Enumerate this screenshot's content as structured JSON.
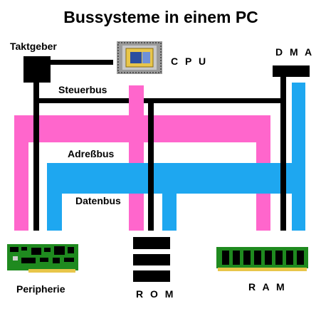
{
  "title": "Bussysteme in einem PC",
  "labels": {
    "clock": "Taktgeber",
    "cpu": "C P U",
    "dma": "D M A",
    "control_bus": "Steuerbus",
    "address_bus": "Adreßbus",
    "data_bus": "Datenbus",
    "peripherals": "Peripherie",
    "rom": "R O M",
    "ram": "R A M"
  },
  "colors": {
    "address_bus": "#ff66cc",
    "data_bus": "#1ea7f0",
    "control_bus": "#000000",
    "pcb_green": "#1f8a1f",
    "chip_gold": "#e8c64a"
  }
}
